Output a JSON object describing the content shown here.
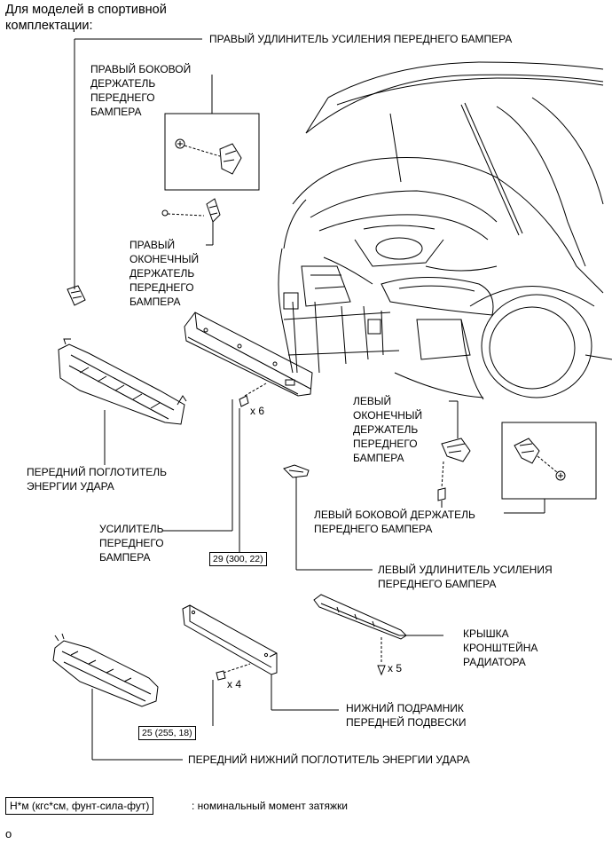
{
  "heading": [
    "Для моделей в спортивной",
    "комплектации:"
  ],
  "labels": {
    "right_extension": "ПРАВЫЙ УДЛИНИТЕЛЬ УСИЛЕНИЯ ПЕРЕДНЕГО БАМПЕРА",
    "right_side_retainer": [
      "ПРАВЫЙ БОКОВОЙ",
      "ДЕРЖАТЕЛЬ",
      "ПЕРЕДНЕГО",
      "БАМПЕРА"
    ],
    "right_end_retainer": [
      "ПРАВЫЙ",
      "ОКОНЕЧНЫЙ",
      "ДЕРЖАТЕЛЬ",
      "ПЕРЕДНЕГО",
      "БАМПЕРА"
    ],
    "front_absorber": [
      "ПЕРЕДНИЙ ПОГЛОТИТЕЛЬ",
      "ЭНЕРГИИ УДАРА"
    ],
    "left_end_retainer": [
      "ЛЕВЫЙ",
      "ОКОНЕЧНЫЙ",
      "ДЕРЖАТЕЛЬ",
      "ПЕРЕДНЕГО",
      "БАМПЕРА"
    ],
    "reinforcement": [
      "УСИЛИТЕЛЬ",
      "ПЕРЕДНЕГО",
      "БАМПЕРА"
    ],
    "left_side_retainer": [
      "ЛЕВЫЙ БОКОВОЙ ДЕРЖАТЕЛЬ",
      "ПЕРЕДНЕГО БАМПЕРА"
    ],
    "left_extension": [
      "ЛЕВЫЙ УДЛИНИТЕЛЬ УСИЛЕНИЯ",
      "ПЕРЕДНЕГО БАМПЕРА"
    ],
    "radiator_cover": [
      "КРЫШКА",
      "КРОНШТЕЙНА",
      "РАДИАТОРА"
    ],
    "lower_subframe": [
      "НИЖНИЙ ПОДРАМНИК",
      "ПЕРЕДНЕЙ ПОДВЕСКИ"
    ],
    "lower_absorber": "ПЕРЕДНИЙ НИЖНИЙ ПОГЛОТИТЕЛЬ ЭНЕРГИИ УДАРА"
  },
  "torques": {
    "reinforcement": "29 (300, 22)",
    "subframe": "25 (255, 18)"
  },
  "quantities": {
    "reinforcement_bolts": "x 6",
    "radiator_cover_clips": "x 5",
    "subframe_bolts": "x 4"
  },
  "legend": {
    "box": "Н*м (кгс*см, фунт-сила-фут)",
    "text": ": номинальный момент затяжки"
  },
  "footer": "o"
}
